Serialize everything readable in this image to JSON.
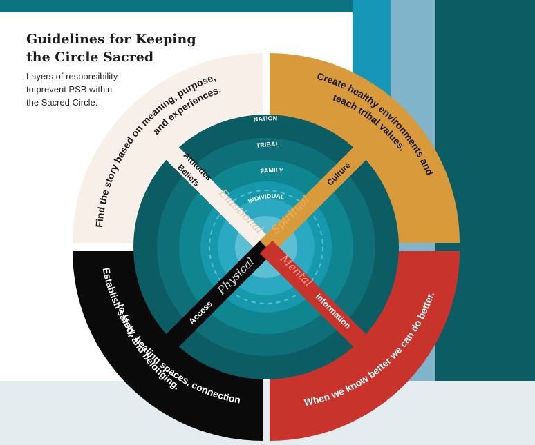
{
  "header": {
    "title_line1": "Guidelines for Keeping",
    "title_line2": "the Circle Sacred",
    "subtitle_line1": "Layers of responsibility",
    "subtitle_line2": "to prevent PSB within",
    "subtitle_line3": "the Sacred Circle."
  },
  "rings": [
    "NATION",
    "TRIBAL",
    "FAMILY",
    "INDIVIDUAL"
  ],
  "quadrants": {
    "top_left": {
      "color": "#f8f0e8",
      "line1": "Find the story based on meaning, purpose,",
      "line2": "and experiences."
    },
    "top_right": {
      "color": "#d89a3a",
      "line1": "Create healthy environments and",
      "line2": "teach tribal values."
    },
    "bottom_left": {
      "color": "#0a0a0a",
      "line1": "Establish safety, healing spaces, connection",
      "line2": "to land, and belonging."
    },
    "bottom_right": {
      "color": "#c8342c",
      "line1": "When we know better we can do better."
    }
  },
  "arms": {
    "top_left": {
      "label1": "Attitudes",
      "label2": "Beliefs",
      "center_label": "Emotional",
      "color": "#f8f0e8"
    },
    "top_right": {
      "label": "Culture",
      "center_label": "Spiritual",
      "color": "#d89a3a"
    },
    "bottom_left": {
      "label": "Access",
      "center_label": "Physical",
      "color": "#0a0a0a"
    },
    "bottom_right": {
      "label": "Information",
      "center_label": "Mental",
      "color": "#c8342c"
    }
  },
  "colors": {
    "teal_dark": "#0c5c64",
    "teal_ring1": "#0f6a72",
    "teal_ring2": "#0f8590",
    "teal_ring3": "#1698ad",
    "teal_ring4": "#2ba9c3",
    "teal_center": "#5dbfd3",
    "blue_bar1": "#1697b7",
    "blue_bar2": "#7fb4ca",
    "light_bg": "#e5ecef"
  }
}
